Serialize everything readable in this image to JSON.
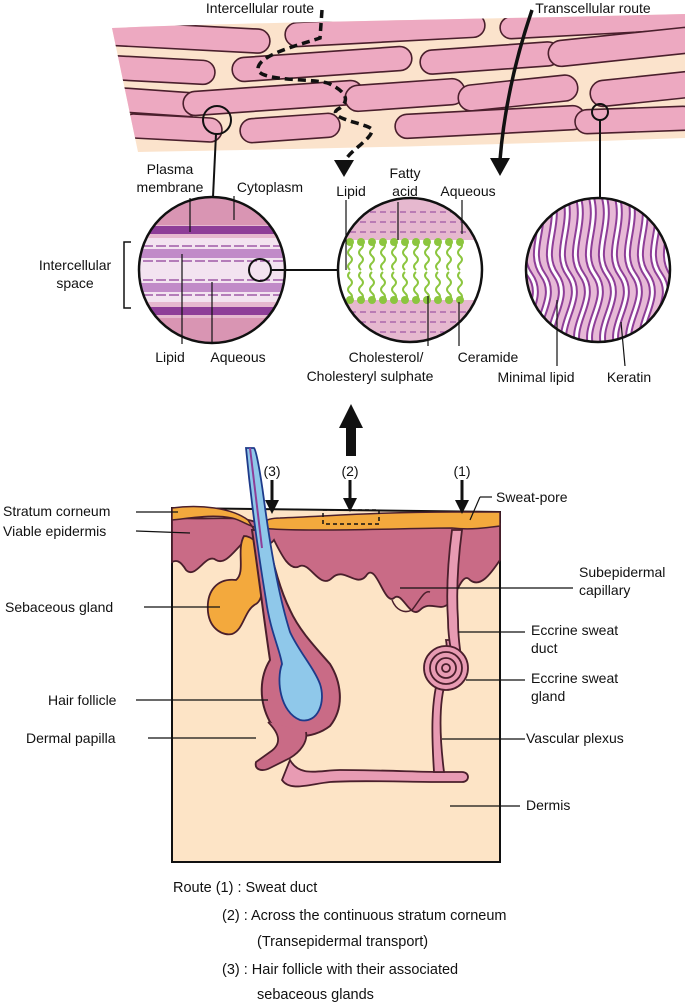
{
  "top": {
    "intercellular_route": "Intercellular route",
    "transcellular_route": "Transcellular route"
  },
  "left_circle": {
    "plasma_membrane_1": "Plasma",
    "plasma_membrane_2": "membrane",
    "cytoplasm": "Cytoplasm",
    "intercellular_space_1": "Intercellular",
    "intercellular_space_2": "space",
    "lipid": "Lipid",
    "aqueous": "Aqueous"
  },
  "middle_circle": {
    "lipid": "Lipid",
    "fatty_acid_1": "Fatty",
    "fatty_acid_2": "acid",
    "aqueous": "Aqueous",
    "cholesterol_1": "Cholesterol/",
    "cholesterol_2": "Cholesteryl sulphate",
    "ceramide": "Ceramide"
  },
  "right_circle": {
    "minimal_lipid": "Minimal lipid",
    "keratin": "Keratin"
  },
  "skin": {
    "route_3": "(3)",
    "route_2": "(2)",
    "route_1": "(1)",
    "stratum_corneum": "Stratum corneum",
    "viable_epidermis": "Viable epidermis",
    "sebaceous_gland": "Sebaceous gland",
    "hair_follicle": "Hair follicle",
    "dermal_papilla": "Dermal papilla",
    "sweat_pore": "Sweat-pore",
    "subepidermal_capillary_1": "Subepidermal",
    "subepidermal_capillary_2": "capillary",
    "eccrine_sweat_duct_1": "Eccrine sweat",
    "eccrine_sweat_duct_2": "duct",
    "eccrine_sweat_gland_1": "Eccrine sweat",
    "eccrine_sweat_gland_2": "gland",
    "vascular_plexus": "Vascular plexus",
    "dermis": "Dermis"
  },
  "legend": {
    "route_1": "Route (1) : Sweat duct",
    "route_2a": "(2) : Across the continuous stratum corneum",
    "route_2b": "(Transepidermal transport)",
    "route_3a": "(3) : Hair follicle with their associated",
    "route_3b": "sebaceous glands"
  },
  "colors": {
    "corneocyte": "#eda9c1",
    "intercellular_lipid": "#fbe3cc",
    "stratum_corneum": "#f3a93d",
    "epidermis": "#c96b86",
    "dermis": "#fde4c6",
    "hair": "#8fc8ea",
    "lipid_purple": "#8e3e98",
    "fatty_acid_green": "#8cc63f"
  }
}
